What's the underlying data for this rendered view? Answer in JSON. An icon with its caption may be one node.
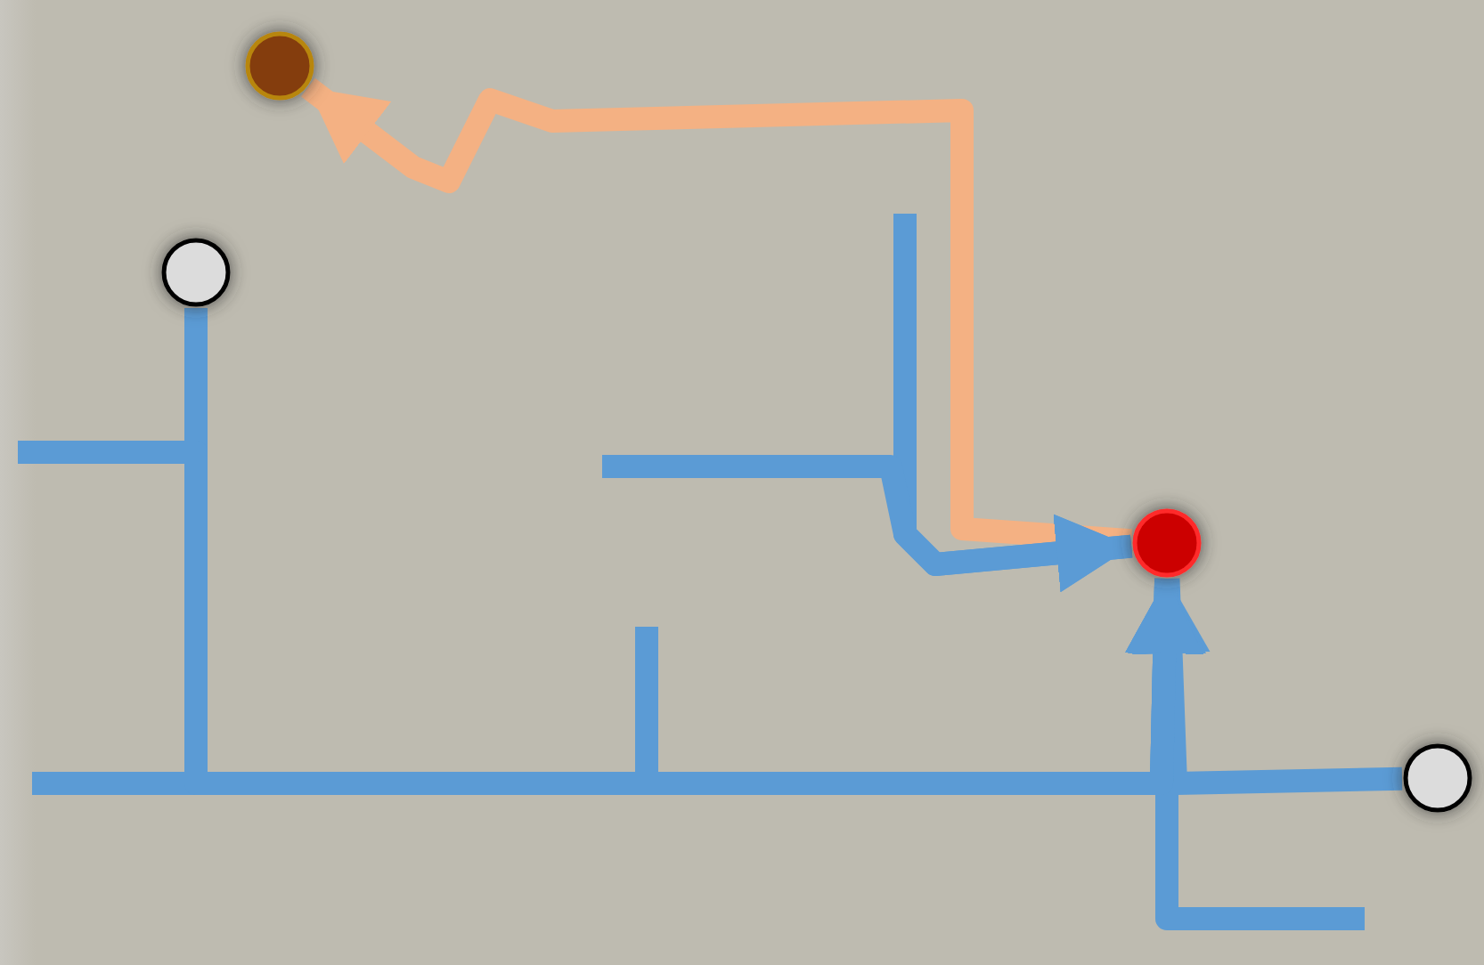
{
  "diagram": {
    "nodes": [
      {
        "text": [],
        "shape": "circle"
      },
      {
        "text": [],
        "shape": "circle"
      },
      {
        "text": [],
        "shape": "circle"
      },
      {
        "text": [],
        "shape": "circle"
      }
    ],
    "edges": [
      {
        "from": 2,
        "to": 0,
        "arrow": "to",
        "color": "#f4b183"
      },
      {
        "from": 1,
        "to": 2,
        "arrow": "to"
      },
      {
        "from": 3,
        "to": 2,
        "arrow": "to"
      },
      {
        "from": null,
        "to": 2,
        "arrow": "to"
      },
      {
        "from": null,
        "to": 2,
        "arrow": "to"
      },
      {
        "from": null,
        "to": 2,
        "arrow": "to"
      },
      {
        "from": null,
        "to": 2,
        "arrow": "to"
      },
      {
        "from": null,
        "to": 2,
        "arrow": "to"
      },
      {
        "from": null,
        "to": 2,
        "arrow": "to"
      }
    ]
  }
}
